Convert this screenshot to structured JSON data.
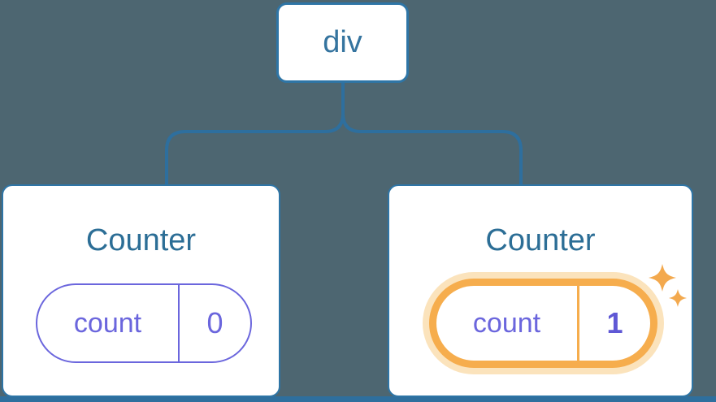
{
  "diagram": {
    "description": "React component tree showing state preservation",
    "root": {
      "label": "div"
    },
    "cards": [
      {
        "title": "Counter",
        "state_key": "count",
        "state_value": "0",
        "highlighted": false
      },
      {
        "title": "Counter",
        "state_key": "count",
        "state_value": "1",
        "highlighted": true
      }
    ]
  },
  "icons": {
    "sparkle_large": "four-point-star",
    "sparkle_small": "four-point-star"
  },
  "colors": {
    "background": "#4D6671",
    "connector": "#2E6F9E",
    "card_border": "#2E75A6",
    "card_bg": "#FFFFFF",
    "node_text": "#35749F",
    "title_text": "#2C6E96",
    "state_purple": "#6B66DD",
    "value_bold_purple": "#5F58D5",
    "highlight_orange": "#F6AD4D",
    "highlight_glow": "#FBE3BC",
    "sparkle": "#F3A94E"
  }
}
